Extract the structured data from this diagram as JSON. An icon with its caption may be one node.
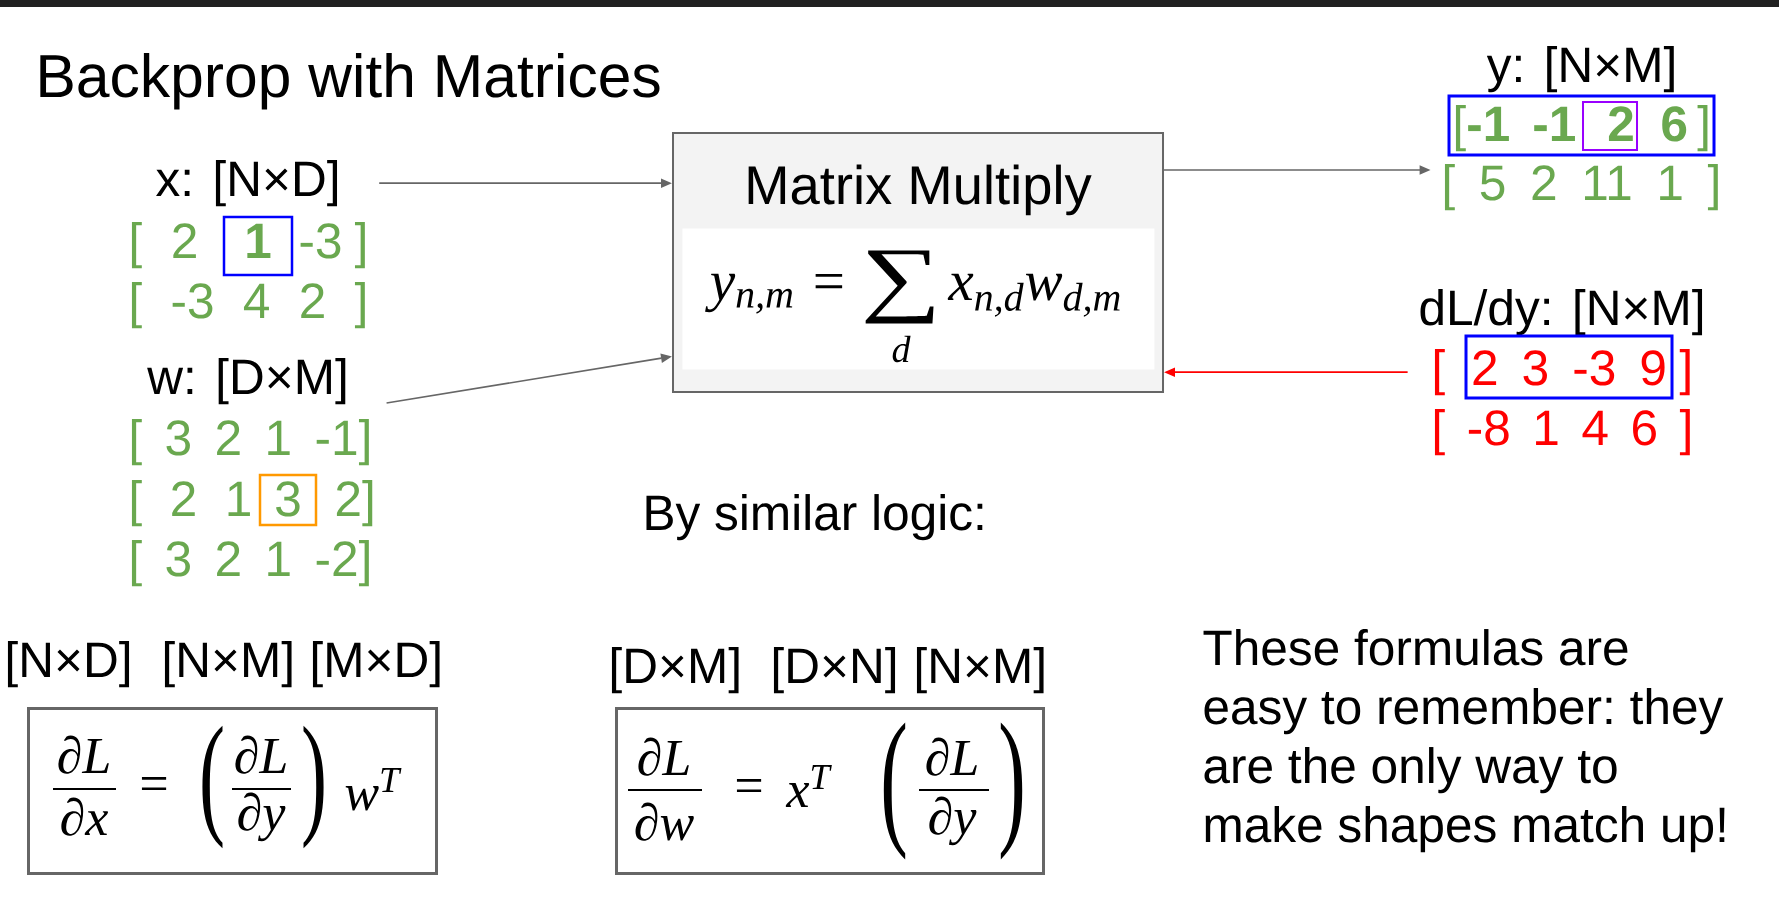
{
  "diagram": {
    "title": "Backprop with Matrices",
    "nodes": [
      {
        "text": [
          "x: [N×D]",
          "[ 2",
          "-3 ]",
          "[ -3 4 2 ]"
        ]
      },
      {
        "text": [
          "1"
        ],
        "in": 0
      },
      {
        "text": [
          "w: [D×M]",
          "[ 3 2 1 -1]",
          "[ 2 1",
          "2]",
          "[ 3 2 1 -2]"
        ]
      },
      {
        "text": [
          "3"
        ],
        "in": 2
      },
      {
        "text": [
          "Matrix Multiply"
        ]
      },
      {
        "text": [
          "y$_{n,m}$ =",
          "∑",
          "d",
          "x$_{n,d}$w$_{d,m}$"
        ],
        "in": 4
      },
      {
        "text": [
          "y: [N×M]",
          "[ 5 2 11 1 ]"
        ]
      },
      {
        "text": [
          "[**-1 -1**",
          "**6** ]"
        ],
        "in": 6
      },
      {
        "text": [
          "2"
        ],
        "in": 7
      },
      {
        "text": [
          "dL/dy: [N×M]",
          "[",
          "]",
          "[ -8 1 4 6 ]"
        ]
      },
      {
        "text": [
          "2 3 -3 9"
        ],
        "in": 9
      },
      {
        "text": [
          "∂L",
          "∂x",
          "=",
          "(",
          "∂L",
          "∂y",
          ")",
          "w$^{T}$"
        ],
        "beside": [
          "[N×D]",
          "[N×M]",
          "[M×D]"
        ]
      },
      {
        "text": [
          "∂L",
          "∂w",
          "=",
          "x$^{T}$",
          "(",
          "∂L",
          "∂y",
          ")"
        ],
        "beside": [
          "[D×M]",
          "[D×N]",
          "[N×M]"
        ]
      }
    ],
    "edges": [
      {
        "from": 0,
        "to": 4,
        "arrow": "to"
      },
      {
        "from": 2,
        "to": 4,
        "arrow": "to"
      },
      {
        "from": 4,
        "to": 6,
        "arrow": "to"
      },
      {
        "from": 9,
        "to": 4,
        "arrow": "to",
        "color": "#ff0000"
      }
    ],
    "labels": [
      "By similar logic:",
      "These formulas are easy to remember: they are the only way to make shapes match up!"
    ]
  }
}
